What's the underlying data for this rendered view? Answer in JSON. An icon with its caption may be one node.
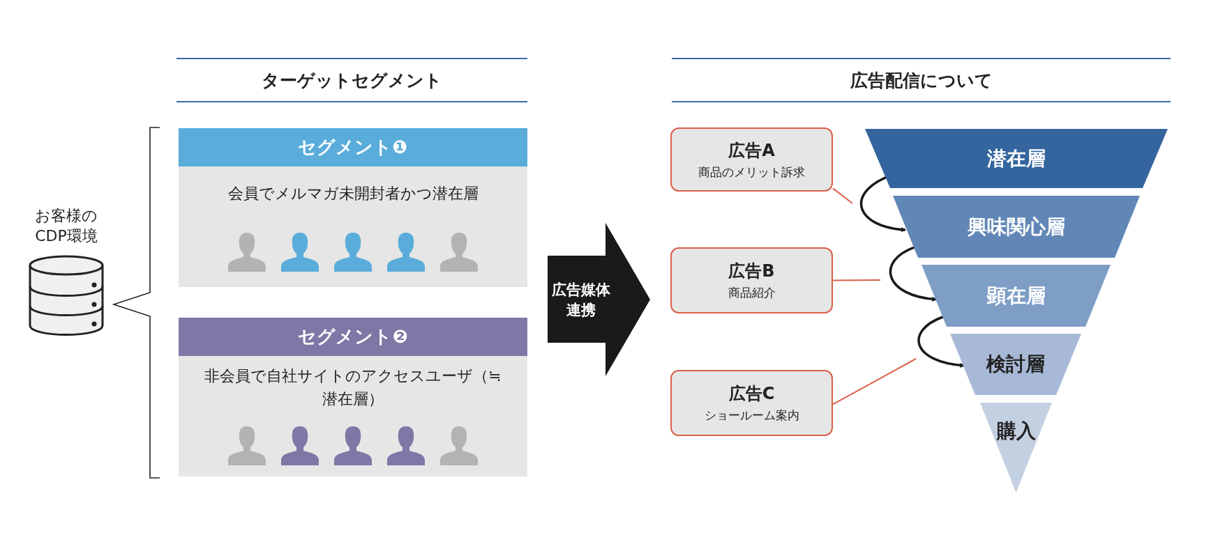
{
  "diagram": {
    "nodes": [
      {
        "text": [
          "お客様のCDP環境"
        ]
      },
      {
        "text": [
          "セグメント❶",
          "会員でメルマガ未開封者かつ潜在層"
        ]
      },
      {
        "text": [
          "セグメント❷",
          "非会員で自社サイトのアクセスユーザ（≒潜在層）"
        ]
      },
      {
        "text": [
          "広告媒体連携"
        ]
      },
      {
        "text": [
          "広告A",
          "商品のメリット訴求"
        ]
      },
      {
        "text": [
          "広告B",
          "商品紹介"
        ]
      },
      {
        "text": [
          "広告C",
          "ショールーム案内"
        ]
      },
      {
        "text": [
          "潜在層"
        ]
      },
      {
        "text": [
          "興味関心層"
        ]
      },
      {
        "text": [
          "顕在層"
        ]
      },
      {
        "text": [
          "検討層"
        ]
      },
      {
        "text": [
          "購入"
        ]
      }
    ],
    "edges": [
      {
        "from": 7,
        "to": 8,
        "arrow": "to"
      },
      {
        "from": 8,
        "to": 9,
        "arrow": "to"
      },
      {
        "from": 9,
        "to": 10,
        "arrow": "to"
      },
      {
        "from": 4,
        "to": null,
        "arrow": "none",
        "color": "#d9604a"
      },
      {
        "from": 5,
        "to": null,
        "arrow": "none",
        "color": "#d9604a"
      },
      {
        "from": 6,
        "to": null,
        "arrow": "none",
        "color": "#d9604a"
      }
    ],
    "labels": [
      "ターゲットセグメント",
      "広告配信について"
    ]
  }
}
